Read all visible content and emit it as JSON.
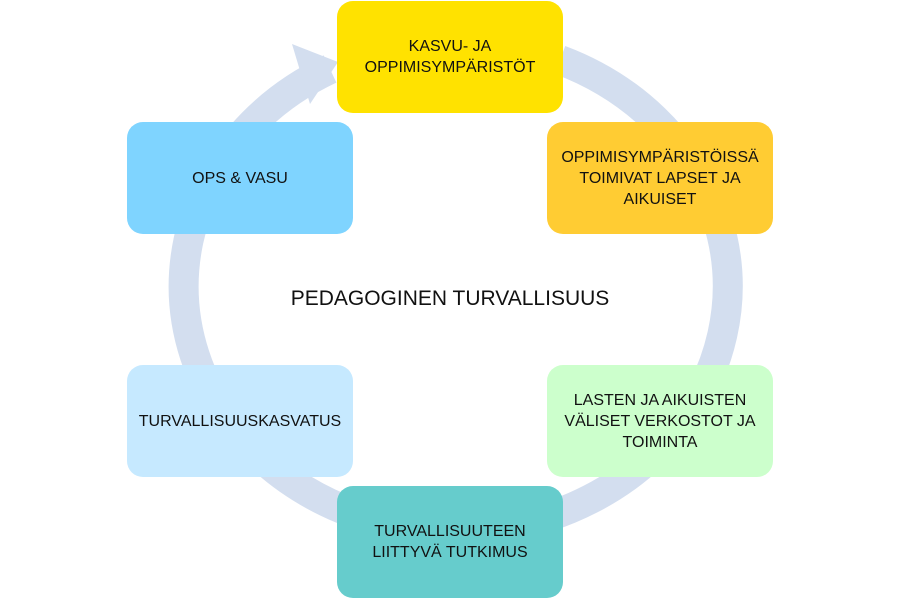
{
  "diagram": {
    "center_title": "PEDAGOGINEN TURVALLISUUS",
    "ring_color": "#d3deef",
    "nodes": [
      {
        "label": "KASVU- JA\nOPPIMISYMPÄRISTÖT",
        "color": "#ffe200"
      },
      {
        "label": "OPPIMISYMPÄRISTÖISSÄ\nTOIMIVAT LAPSET JA\nAIKUISET",
        "color": "#ffcc33"
      },
      {
        "label": "LASTEN JA AIKUISTEN\nVÄLISET VERKOSTOT JA\nTOIMINTA",
        "color": "#ccffcc"
      },
      {
        "label": "TURVALLISUUTEEN\nLIITTYVÄ TUTKIMUS",
        "color": "#66cccc"
      },
      {
        "label": "TURVALLISUUSKASVATUS",
        "color": "#c6e9ff"
      },
      {
        "label": "OPS & VASU",
        "color": "#7fd4ff"
      }
    ]
  }
}
